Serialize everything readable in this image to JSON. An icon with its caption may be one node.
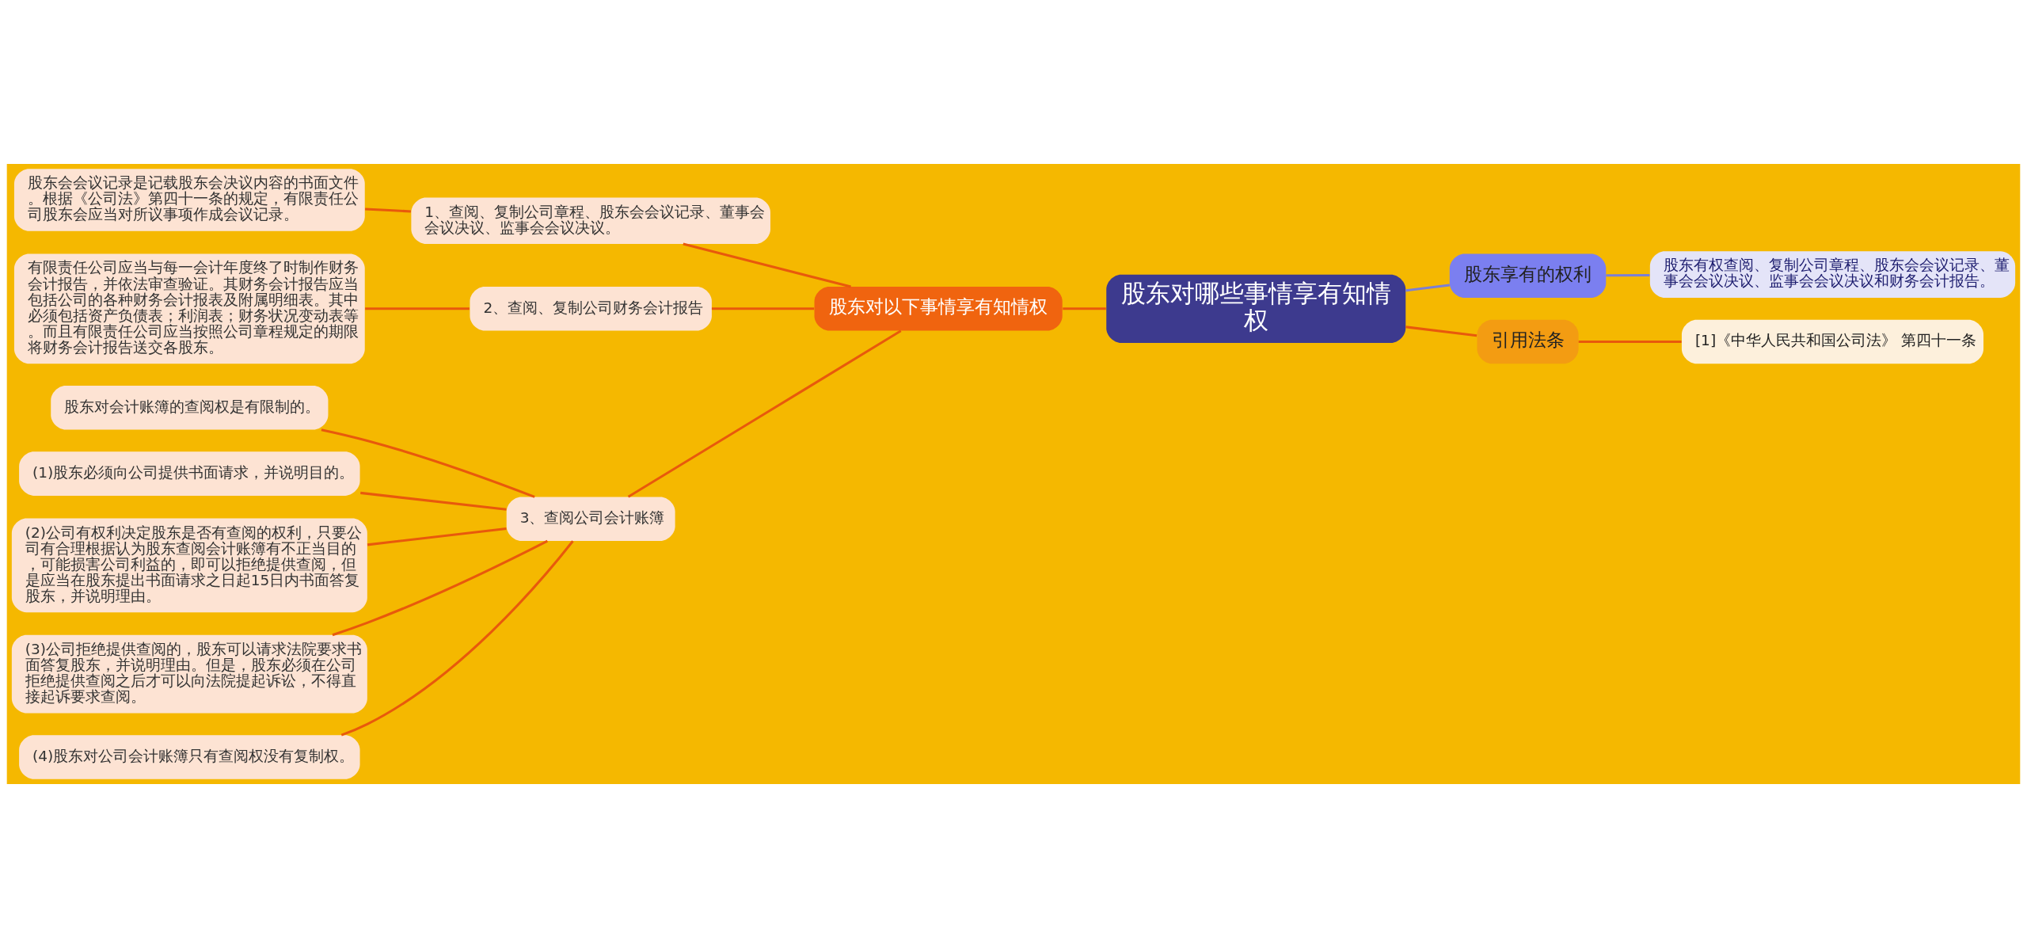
{
  "diagram": {
    "nodes": [
      {
        "text": [
          "股东对哪些事情享有知情权"
        ]
      },
      {
        "text": [
          "股东对以下事情享有知情权"
        ]
      },
      {
        "text": [
          "1、查阅、复制公司章程、股东会会议记录、董事会会议决议、监事会会议决议。"
        ]
      },
      {
        "text": [
          "股东会会议记录是记载股东会决议内容的书面文件。根据《公司法》第四十一条的规定，有限责任公司股东会应当对所议事项作成会议记录。"
        ]
      },
      {
        "text": [
          "2、查阅、复制公司财务会计报告"
        ]
      },
      {
        "text": [
          "有限责任公司应当与每一会计年度终了时制作财务会计报告，并依法审查验证。其财务会计报告应当包括公司的各种财务会计报表及附属明细表。其中必须包括资产负债表；利润表；财务状况变动表等。而且有限责任公司应当按照公司章程规定的期限将财务会计报告送交各股东。"
        ]
      },
      {
        "text": [
          "3、查阅公司会计账簿"
        ]
      },
      {
        "text": [
          "股东对会计账簿的查阅权是有限制的。"
        ]
      },
      {
        "text": [
          "(1)股东必须向公司提供书面请求，并说明目的。"
        ]
      },
      {
        "text": [
          "(2)公司有权利决定股东是否有查阅的权利，只要公司有合理根据认为股东查阅会计账簿有不正当目的，可能损害公司利益的，即可以拒绝提供查阅，但是应当在股东提出书面请求之日起15日内书面答复股东，并说明理由。"
        ]
      },
      {
        "text": [
          "(3)公司拒绝提供查阅的，股东可以请求法院要求书面答复股东，并说明理由。但是，股东必须在公司拒绝提供查阅之后才可以向法院提起诉讼，不得直接起诉要求查阅。"
        ]
      },
      {
        "text": [
          "(4)股东对公司会计账簿只有查阅权没有复制权。"
        ]
      },
      {
        "text": [
          "股东享有的权利"
        ]
      },
      {
        "text": [
          "股东有权查阅、复制公司章程、股东会会议记录、董事会会议决议、监事会会议决议和财务会计报告。"
        ]
      },
      {
        "text": [
          "引用法条"
        ]
      },
      {
        "text": [
          "[1]《中华人民共和国公司法》 第四十一条"
        ]
      }
    ],
    "edges": [
      {
        "from": 0,
        "to": 1,
        "arrow": "none"
      },
      {
        "from": 1,
        "to": 2,
        "arrow": "none"
      },
      {
        "from": 2,
        "to": 3,
        "arrow": "none"
      },
      {
        "from": 1,
        "to": 4,
        "arrow": "none"
      },
      {
        "from": 4,
        "to": 5,
        "arrow": "none"
      },
      {
        "from": 1,
        "to": 6,
        "arrow": "none"
      },
      {
        "from": 6,
        "to": 7,
        "arrow": "none"
      },
      {
        "from": 6,
        "to": 8,
        "arrow": "none"
      },
      {
        "from": 6,
        "to": 9,
        "arrow": "none"
      },
      {
        "from": 6,
        "to": 10,
        "arrow": "none"
      },
      {
        "from": 6,
        "to": 11,
        "arrow": "none"
      },
      {
        "from": 0,
        "to": 12,
        "arrow": "none",
        "color": "#7b7fd6"
      },
      {
        "from": 12,
        "to": 13,
        "arrow": "none",
        "color": "#7b7fd6"
      },
      {
        "from": 0,
        "to": 14,
        "arrow": "none"
      },
      {
        "from": 14,
        "to": 15,
        "arrow": "none"
      }
    ]
  }
}
